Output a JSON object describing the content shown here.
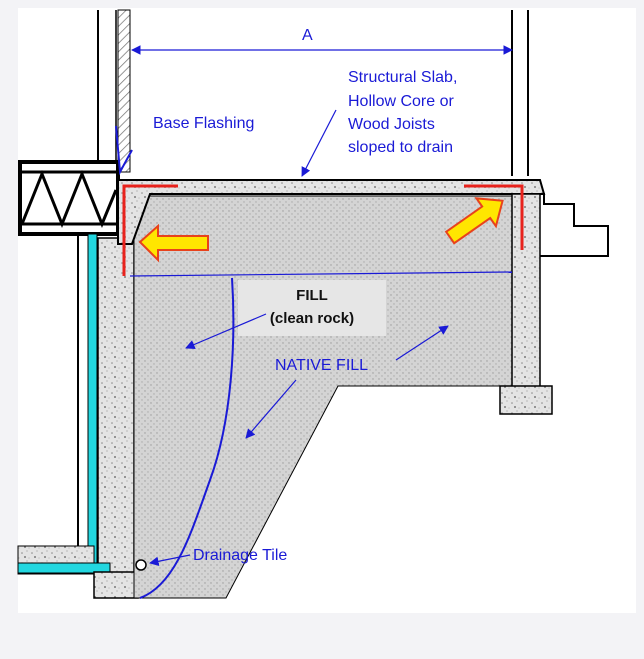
{
  "diagram": {
    "dimension_label": "A",
    "labels": {
      "base_flashing": "Base Flashing",
      "structural_slab": [
        "Structural Slab,",
        "Hollow Core or",
        "Wood Joists",
        "sloped to drain"
      ],
      "fill": [
        "FILL",
        "(clean rock)"
      ],
      "native_fill": "NATIVE FILL",
      "drainage_tile": "Drainage Tile"
    },
    "colors": {
      "annotation_blue": "#1a1ad6",
      "flashing_red": "#e8221c",
      "arrow_fill": "#ffe600",
      "arrow_stroke": "#e8421c",
      "insulation_cyan": "#22d7e0",
      "concrete": "#dcdcdc",
      "fill_gray": "#d0d0d0",
      "label_box": "#e6e6e6"
    },
    "icons": [
      "flow-arrow-left-icon",
      "flow-arrow-up-right-icon",
      "drain-pipe-icon"
    ]
  }
}
